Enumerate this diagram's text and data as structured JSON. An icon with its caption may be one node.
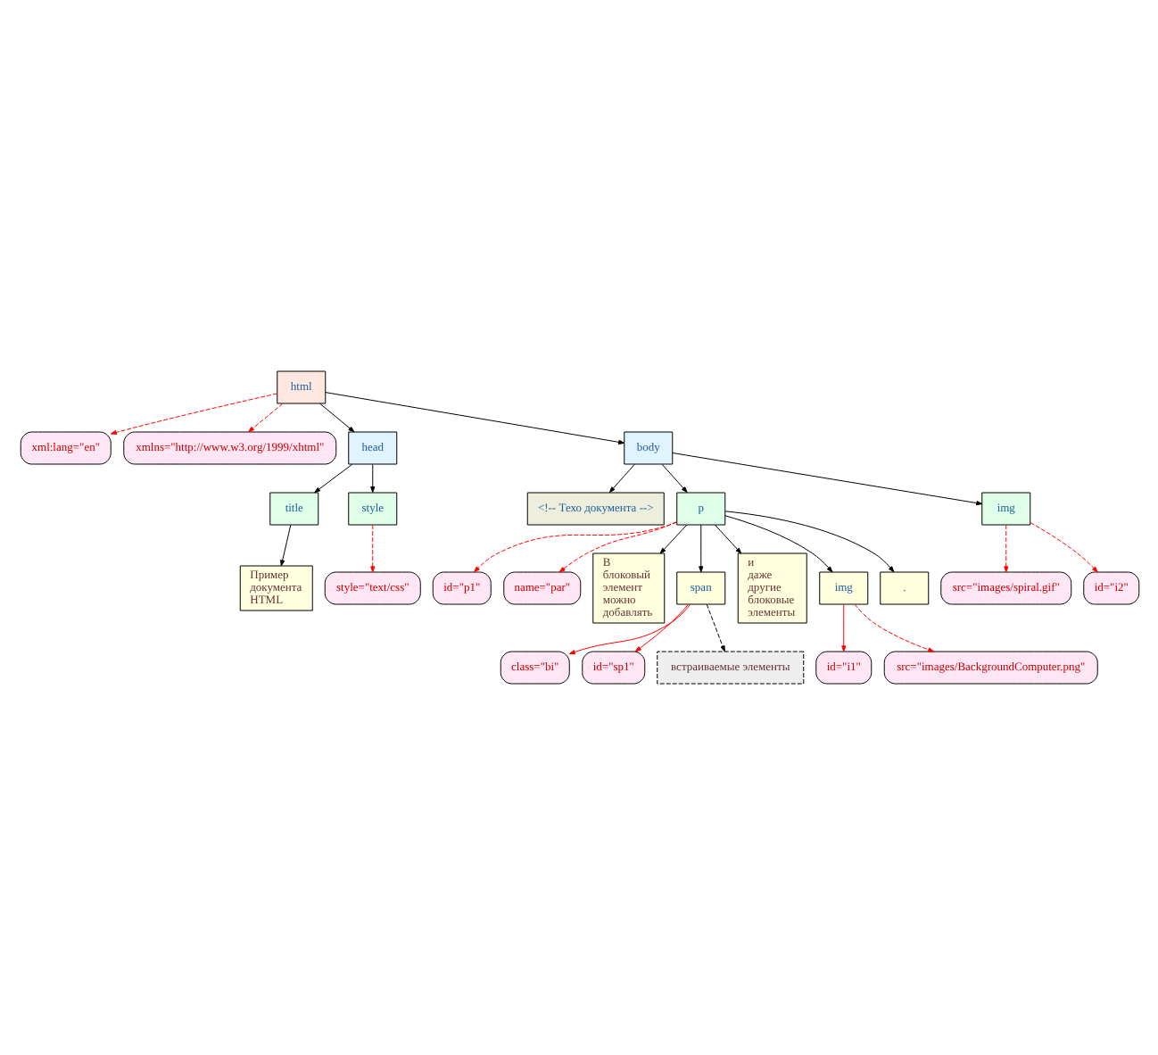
{
  "diagram": {
    "nodes": [
      {
        "text": [
          "xml:lang=\"en\""
        ]
      },
      {
        "text": [
          "xmlns=\"http://www.w3.org/1999/xhtml\""
        ]
      },
      {
        "text": [
          "html"
        ]
      },
      {
        "text": [
          "src=\"images/spiral.gif\""
        ]
      },
      {
        "text": [
          "head"
        ]
      },
      {
        "text": [
          "style=\"text/css\""
        ]
      },
      {
        "text": [
          "body"
        ]
      },
      {
        "text": [
          "id=\"i2\""
        ]
      },
      {
        "text": [
          "title"
        ]
      },
      {
        "text": [
          "style"
        ]
      },
      {
        "text": [
          "<!-- Техо документа -->"
        ]
      },
      {
        "text": [
          "p"
        ]
      },
      {
        "text": [
          "img"
        ]
      },
      {
        "text": [
          "id=\"p1\""
        ]
      },
      {
        "text": [
          "name=\"par\""
        ]
      },
      {
        "text": [
          "Пример документа HTML"
        ]
      },
      {
        "text": [
          "В блоковый элемент можно добавлять"
        ]
      },
      {
        "text": [
          "span"
        ]
      },
      {
        "text": [
          "и даже другие блоковые элементы"
        ]
      },
      {
        "text": [
          "img"
        ]
      },
      {
        "text": [
          "."
        ]
      },
      {
        "text": [
          "class=\"bi\""
        ]
      },
      {
        "text": [
          "id=\"sp1\""
        ]
      },
      {
        "text": [
          "id=\"i1\""
        ]
      },
      {
        "text": [
          "встраиваемые элементы"
        ]
      },
      {
        "text": [
          "src=\"images/BackgroundComputer.png\""
        ]
      }
    ],
    "edges": [
      {
        "from": 2,
        "to": 0,
        "arrow": "to",
        "style": "dashed",
        "color": "#ff0000"
      },
      {
        "from": 2,
        "to": 1,
        "arrow": "to",
        "style": "dashed",
        "color": "#ff0000"
      },
      {
        "from": 2,
        "to": 4,
        "arrow": "to"
      },
      {
        "from": 2,
        "to": 6,
        "arrow": "to"
      },
      {
        "from": 4,
        "to": 8,
        "arrow": "to"
      },
      {
        "from": 4,
        "to": 9,
        "arrow": "to"
      },
      {
        "from": 9,
        "to": 5,
        "arrow": "to",
        "style": "dashed",
        "color": "#ff0000"
      },
      {
        "from": 6,
        "to": 10,
        "arrow": "to"
      },
      {
        "from": 6,
        "to": 11,
        "arrow": "to"
      },
      {
        "from": 6,
        "to": 12,
        "arrow": "to"
      },
      {
        "from": 12,
        "to": 3,
        "arrow": "to",
        "style": "dashed",
        "color": "#ff0000"
      },
      {
        "from": 12,
        "to": 7,
        "arrow": "to",
        "style": "dashed",
        "color": "#ff0000"
      },
      {
        "from": 11,
        "to": 13,
        "arrow": "to",
        "style": "dashed",
        "color": "#ff0000"
      },
      {
        "from": 11,
        "to": 14,
        "arrow": "to",
        "style": "dashed",
        "color": "#ff0000"
      },
      {
        "from": 8,
        "to": 15,
        "arrow": "to"
      },
      {
        "from": 11,
        "to": 16,
        "arrow": "to"
      },
      {
        "from": 11,
        "to": 17,
        "arrow": "to"
      },
      {
        "from": 11,
        "to": 18,
        "arrow": "to"
      },
      {
        "from": 11,
        "to": 19,
        "arrow": "to"
      },
      {
        "from": 11,
        "to": 20,
        "arrow": "to"
      },
      {
        "from": 17,
        "to": 21,
        "arrow": "to",
        "color": "#ff0000"
      },
      {
        "from": 17,
        "to": 22,
        "arrow": "to",
        "color": "#ff0000"
      },
      {
        "from": 17,
        "to": 24,
        "arrow": "to",
        "style": "dashed"
      },
      {
        "from": 19,
        "to": 23,
        "arrow": "to",
        "color": "#ff0000"
      },
      {
        "from": 19,
        "to": 25,
        "arrow": "to",
        "style": "dashed",
        "color": "#ff0000"
      }
    ]
  }
}
